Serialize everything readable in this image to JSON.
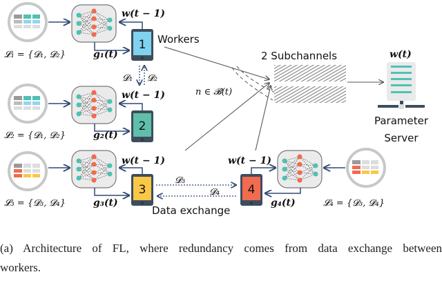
{
  "labels": {
    "workers": "Workers",
    "subchannels": "2 Subchannels",
    "server_w": "w(t)",
    "server_label_1": "Parameter",
    "server_label_2": "Server",
    "scheduling": "n ∈ 𝓑(t)",
    "data_exchange": "Data exchange",
    "d1": "𝓓₁",
    "d2": "𝓓₂",
    "d3": "𝓓₃",
    "d4": "𝓓₄"
  },
  "workers": [
    {
      "id": "1",
      "set": "𝓛₁ = {𝓓₁, 𝓓₂}",
      "grad": "g₁(t)",
      "weight": "w(t − 1)",
      "color": "#7fd3ee"
    },
    {
      "id": "2",
      "set": "𝓛₂ = {𝓓₁, 𝓓₂}",
      "grad": "g₂(t)",
      "weight": "w(t − 1)",
      "color": "#5fbfaa"
    },
    {
      "id": "3",
      "set": "𝓛₃ = {𝓓₃, 𝓓₄}",
      "grad": "g₃(t)",
      "weight": "w(t − 1)",
      "color": "#f9c846"
    },
    {
      "id": "4",
      "set": "𝓛₄ = {𝓓₃, 𝓓₄}",
      "grad": "g₄(t)",
      "weight": "w(t − 1)",
      "color": "#f26b4f"
    }
  ],
  "colors": {
    "teal": "#4fc1b4",
    "light_blue": "#8fd6ee",
    "red": "#f26b4f",
    "yellow": "#f9c846",
    "device_body": "#3d4d5c",
    "arrow": "#2f4a72"
  },
  "caption": {
    "line1": "(a) Architecture of FL, where redundancy comes from data exchange between",
    "line2": "workers."
  }
}
